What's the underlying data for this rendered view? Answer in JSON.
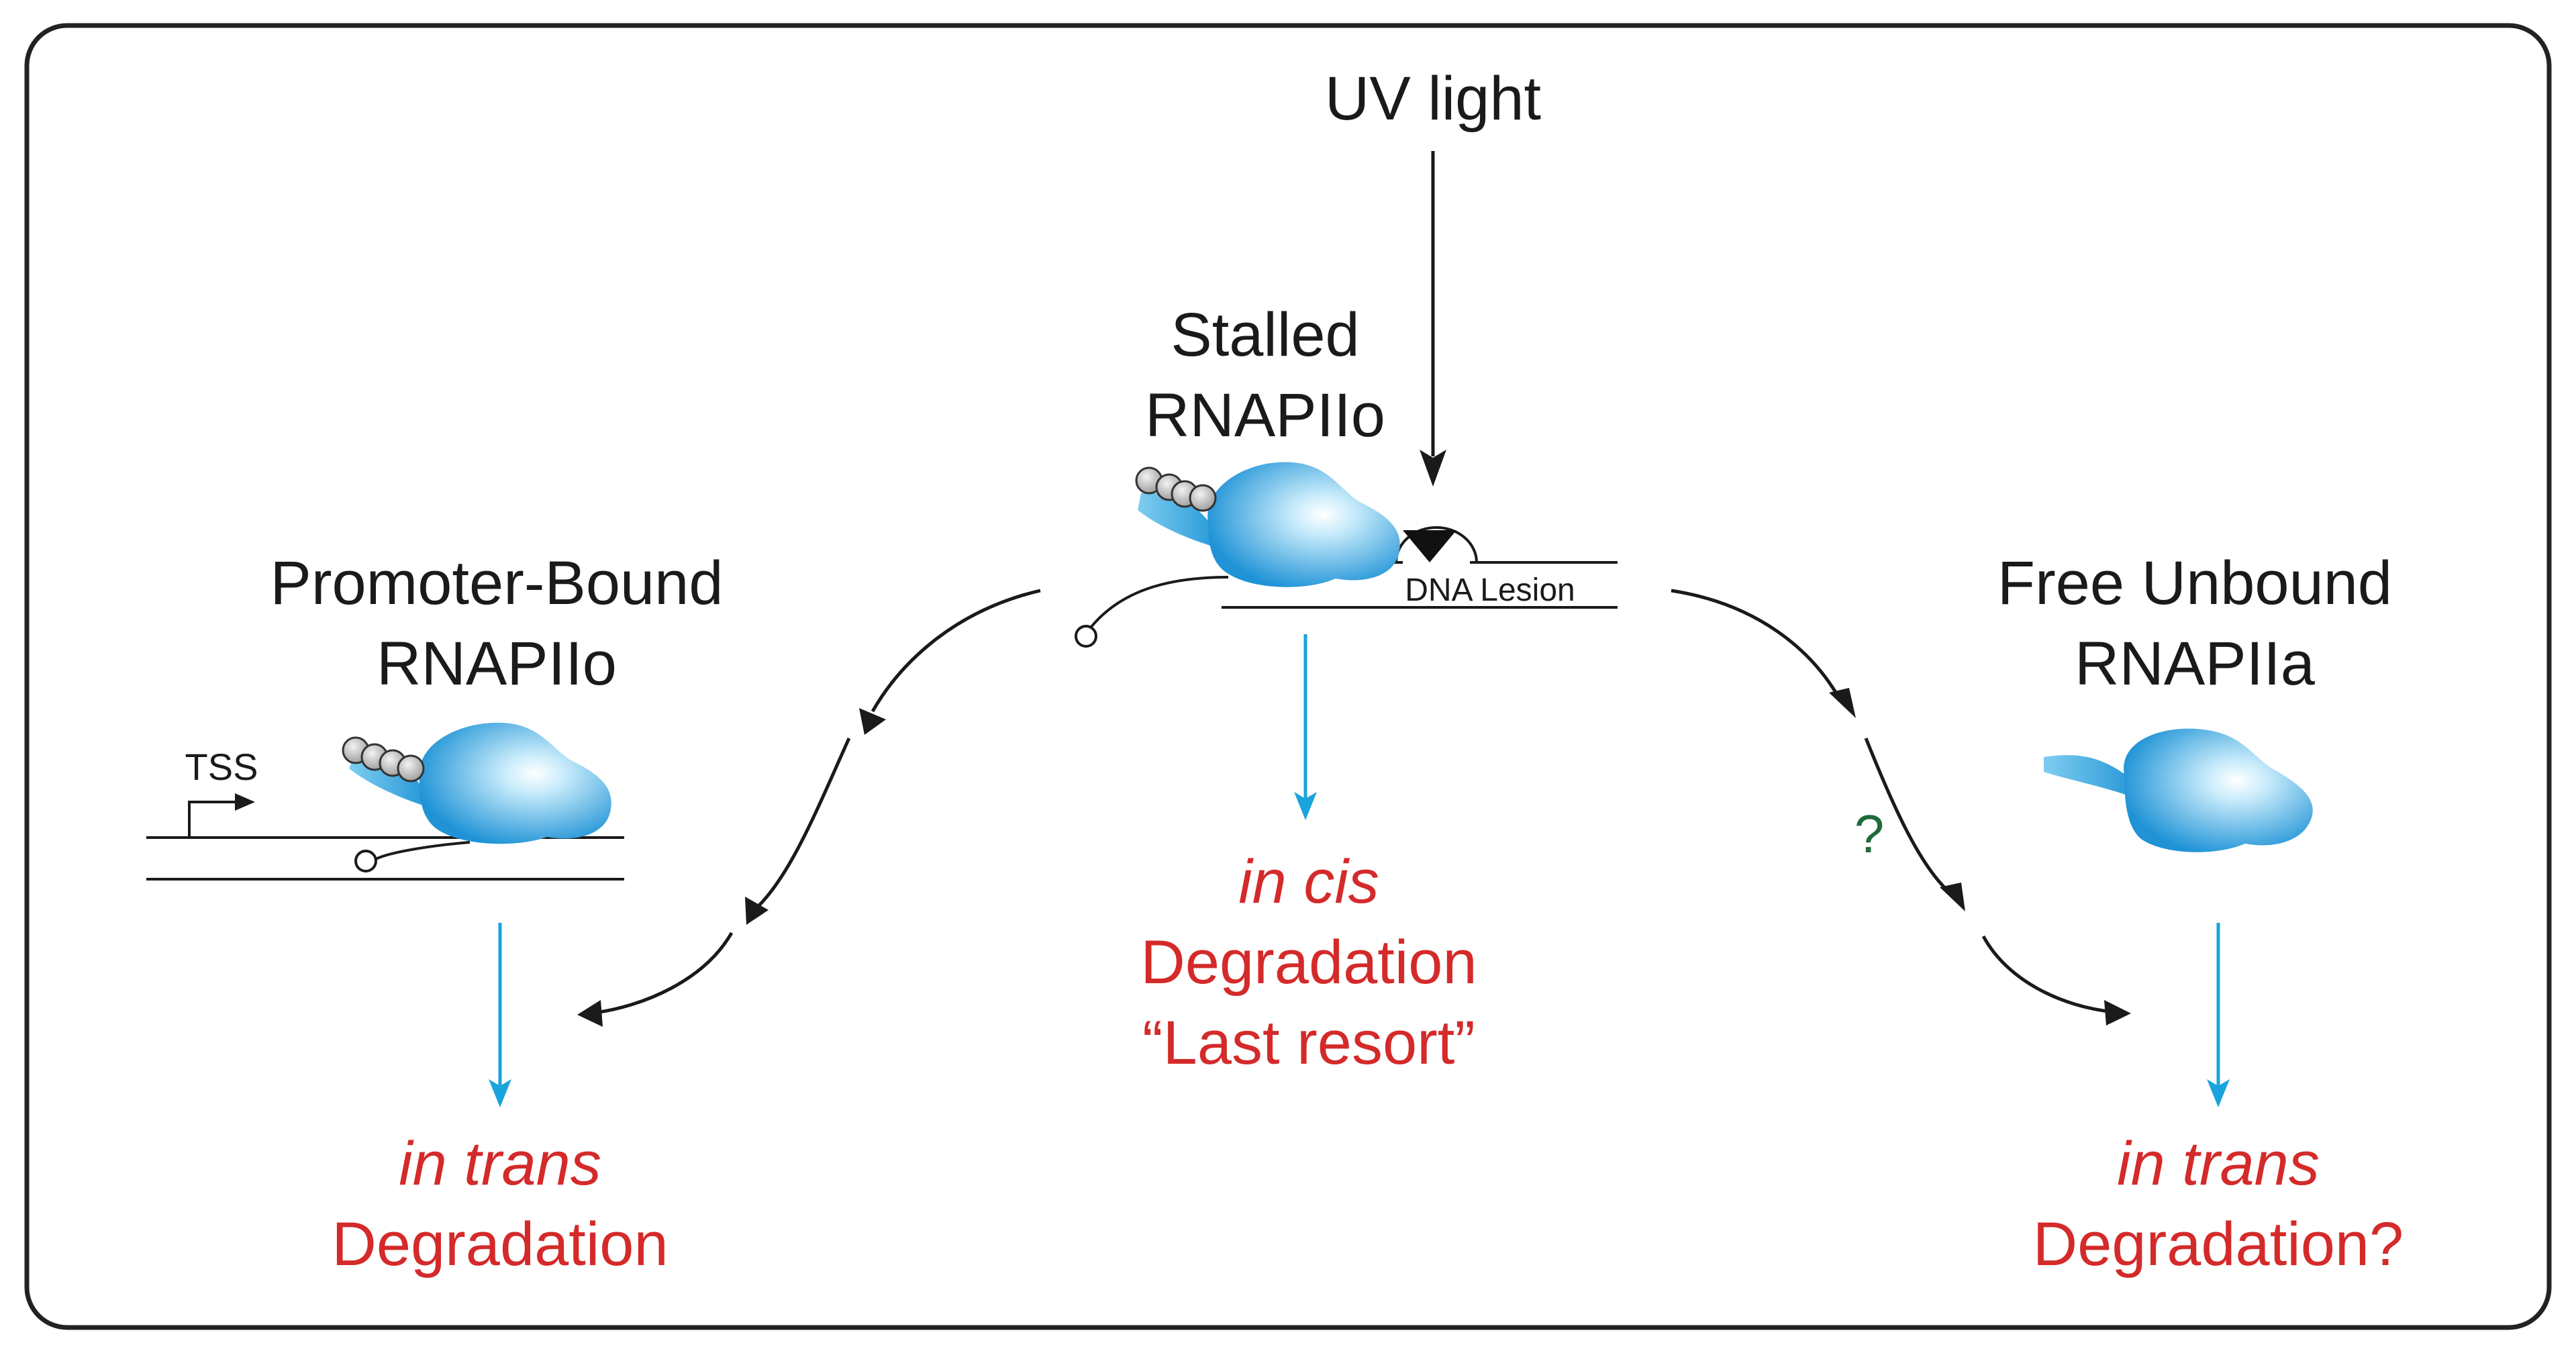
{
  "uv_label": "UV light",
  "stalled": {
    "line1": "Stalled",
    "line2": "RNAPIIo"
  },
  "lesion_label": "DNA Lesion",
  "promoter": {
    "line1": "Promoter-Bound",
    "line2": "RNAPIIo",
    "tss_label": "TSS"
  },
  "free": {
    "line1": "Free Unbound",
    "line2": "RNAPIIa"
  },
  "question_mark": "?",
  "outcome_cis": {
    "line1": "in cis",
    "line2": "Degradation",
    "line3": "“Last resort”"
  },
  "outcome_trans_left": {
    "line1": "in trans",
    "line2": "Degradation"
  },
  "outcome_trans_right": {
    "line1": "in trans",
    "line2": "Degradation?"
  },
  "colors": {
    "outline": "#222222",
    "arrow_black": "#1a1a1a",
    "arrow_blue": "#1aa3dc",
    "outcome_red": "#d42a2a",
    "question_green": "#1f6b3a",
    "polymerase_light": "#c9ecfb",
    "polymerase_dark": "#1f93d6",
    "phospho_grey": "#b8b8b8"
  }
}
